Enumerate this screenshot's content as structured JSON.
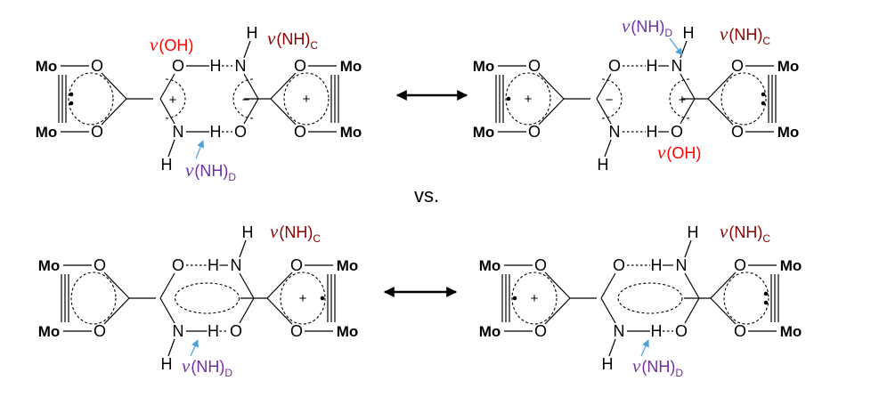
{
  "atoms": {
    "mo": "Mo",
    "o": "O",
    "n": "N",
    "h": "H"
  },
  "signs": {
    "plus": "+",
    "minus": "−",
    "radical": "•"
  },
  "vs_text": "vs.",
  "labels": {
    "nu_symbol": "ν",
    "oh": "(OH)",
    "nh": "(NH)",
    "sub_c": "C",
    "sub_d": "D"
  },
  "colors": {
    "oh_label": "#ff0000",
    "nh_c_label": "#8b0000",
    "nh_d_label": "#7030a0",
    "nh_d_arrow": "#4f9fd8"
  },
  "structures": [
    {
      "id": "top-left",
      "label_tags": [
        "oh",
        "nh_c",
        "nh_d"
      ],
      "charges": [
        "+",
        "−",
        "+"
      ]
    },
    {
      "id": "top-right",
      "label_tags": [
        "nh_d",
        "nh_c",
        "oh"
      ],
      "charges": [
        "+",
        "−",
        "+"
      ]
    },
    {
      "id": "bottom-left",
      "label_tags": [
        "nh_c",
        "nh_d"
      ],
      "charges": [
        "+"
      ]
    },
    {
      "id": "bottom-right",
      "label_tags": [
        "nh_c",
        "nh_d"
      ],
      "charges": [
        "+"
      ]
    }
  ]
}
